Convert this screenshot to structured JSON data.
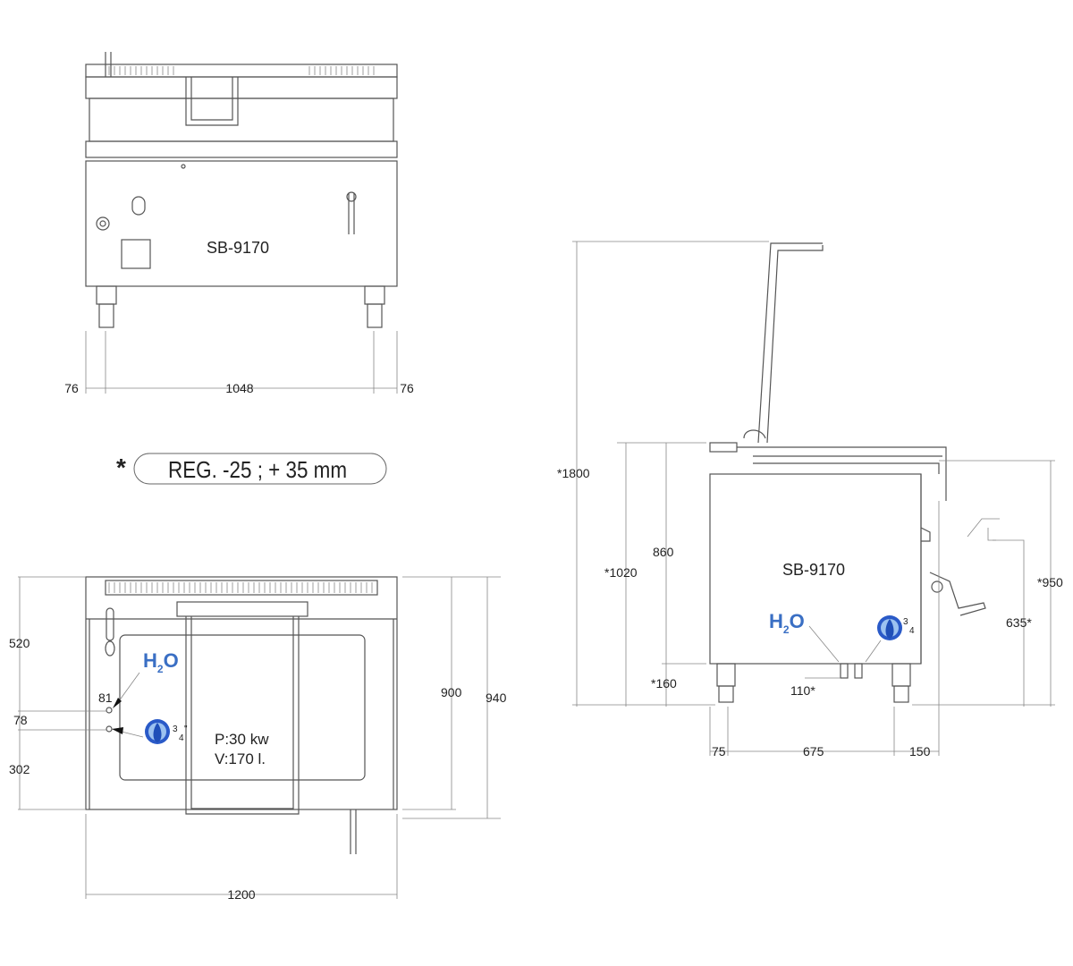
{
  "front_view": {
    "model": "SB-9170",
    "dims": {
      "left": "76",
      "middle": "1048",
      "right": "76"
    }
  },
  "note": {
    "asterisk": "*",
    "text": "REG. -25 ; + 35 mm"
  },
  "top_view": {
    "power": "P:30 kw",
    "volume": "V:170 l.",
    "water_label": "H",
    "water_sub": "2",
    "water_o": "O",
    "gas_fraction_num": "3",
    "gas_fraction_den": "4",
    "gas_inch": "\"",
    "dims": {
      "d520": "520",
      "d81": "81",
      "d78": "78",
      "d302": "302",
      "d900": "900",
      "d940": "940",
      "d1200": "1200"
    }
  },
  "side_view": {
    "model": "SB-9170",
    "dims": {
      "d1800": "*1800",
      "d1020": "*1020",
      "d860": "860",
      "d160": "*160",
      "d110": "110*",
      "d950": "*950",
      "d635": "635*",
      "d75": "75",
      "d675": "675",
      "d150": "150"
    }
  },
  "colors": {
    "line": "#555555",
    "water": "#3a6fc4",
    "gas": "#1f4fb8"
  }
}
